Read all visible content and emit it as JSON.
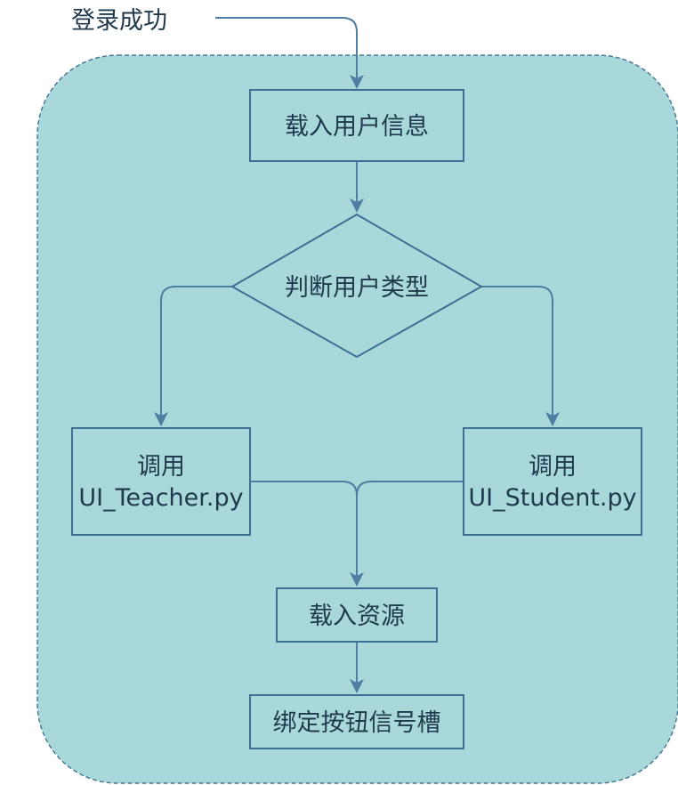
{
  "diagram": {
    "start": {
      "label": "登录成功"
    },
    "nodes": {
      "load_user": {
        "label": "载入用户信息"
      },
      "decide": {
        "label": "判断用户类型"
      },
      "teacher": {
        "line1": "调用",
        "line2": "UI_Teacher.py"
      },
      "student": {
        "line1": "调用",
        "line2": "UI_Student.py"
      },
      "load_res": {
        "label": "载入资源"
      },
      "bind": {
        "label": "绑定按钮信号槽"
      }
    },
    "colors": {
      "container_fill": "#a8d8d9",
      "container_stroke": "#4a7a95",
      "node_stroke": "#3f6f94",
      "edge": "#4e7ea1",
      "text": "#1f3a4d"
    }
  }
}
